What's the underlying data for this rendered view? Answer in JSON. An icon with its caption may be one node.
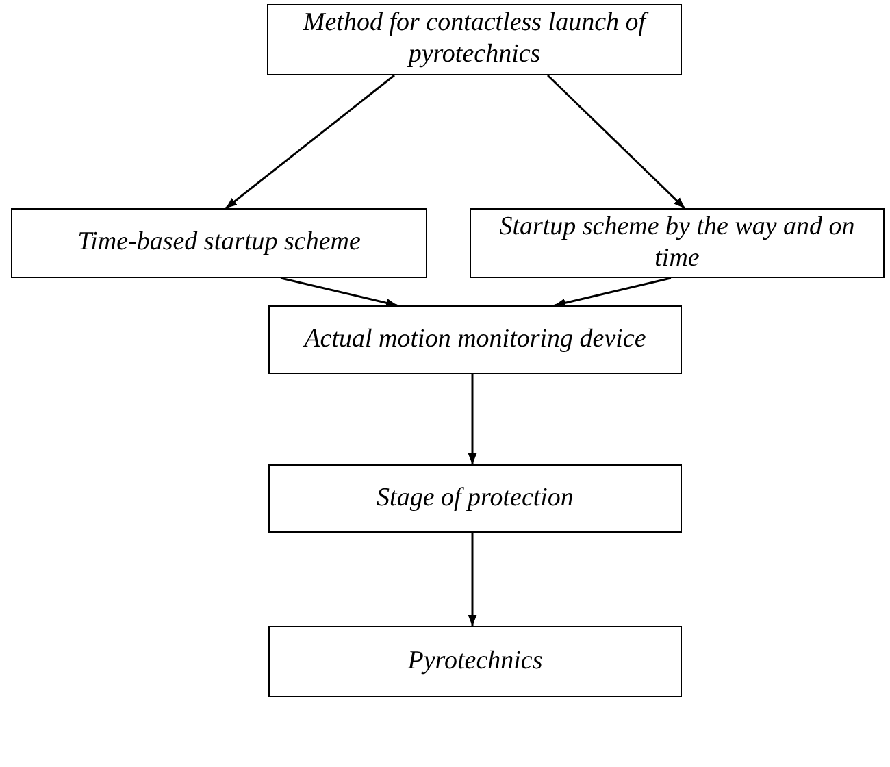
{
  "diagram": {
    "nodes": [
      {
        "text": [
          "Method for contactless launch of pyrotechnics"
        ]
      },
      {
        "text": [
          "Time-based startup scheme"
        ]
      },
      {
        "text": [
          "Startup scheme by the way and on time"
        ]
      },
      {
        "text": [
          "Actual motion monitoring device"
        ]
      },
      {
        "text": [
          "Stage of protection"
        ]
      },
      {
        "text": [
          "Pyrotechnics"
        ]
      }
    ],
    "edges": [
      {
        "from": 0,
        "to": 1,
        "arrow": "to"
      },
      {
        "from": 0,
        "to": 2,
        "arrow": "to"
      },
      {
        "from": 1,
        "to": 3,
        "arrow": "to"
      },
      {
        "from": 2,
        "to": 3,
        "arrow": "to"
      },
      {
        "from": 3,
        "to": 4,
        "arrow": "to"
      },
      {
        "from": 4,
        "to": 5,
        "arrow": "to"
      }
    ]
  }
}
